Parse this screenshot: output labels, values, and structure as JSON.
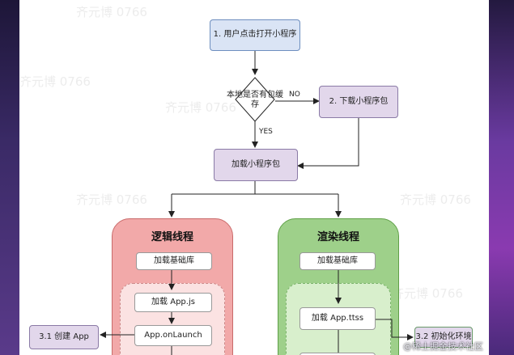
{
  "nodes": {
    "step1": "1. 用户点击打开小程序",
    "decision": "本地是否有包缓存",
    "step2": "2. 下载小程序包",
    "load_pkg": "加载小程序包",
    "logic_load_lib": "加载基础库",
    "logic_load_app": "加载 App.js",
    "logic_onlaunch": "App.onLaunch",
    "create_app": "3.1 创建 App",
    "render_load_lib": "加载基础库",
    "render_load_ttss": "加载 App.ttss",
    "init_env": "3.2 初始化环境"
  },
  "edge_labels": {
    "no": "NO",
    "yes": "YES"
  },
  "lanes": {
    "logic": "逻辑线程",
    "render": "渲染线程"
  },
  "watermarks": [
    "齐元博 0766",
    "齐元博 0766",
    "齐元博 0766",
    "齐元博 0766",
    "齐元博 0766",
    "齐元博 0766"
  ],
  "badge": "@稀土掘金技术社区",
  "colors": {
    "blue_fill": "#dae4f5",
    "purple_fill": "#e2d7eb",
    "logic_lane": "#f2a9a9",
    "render_lane": "#9ed08a"
  }
}
